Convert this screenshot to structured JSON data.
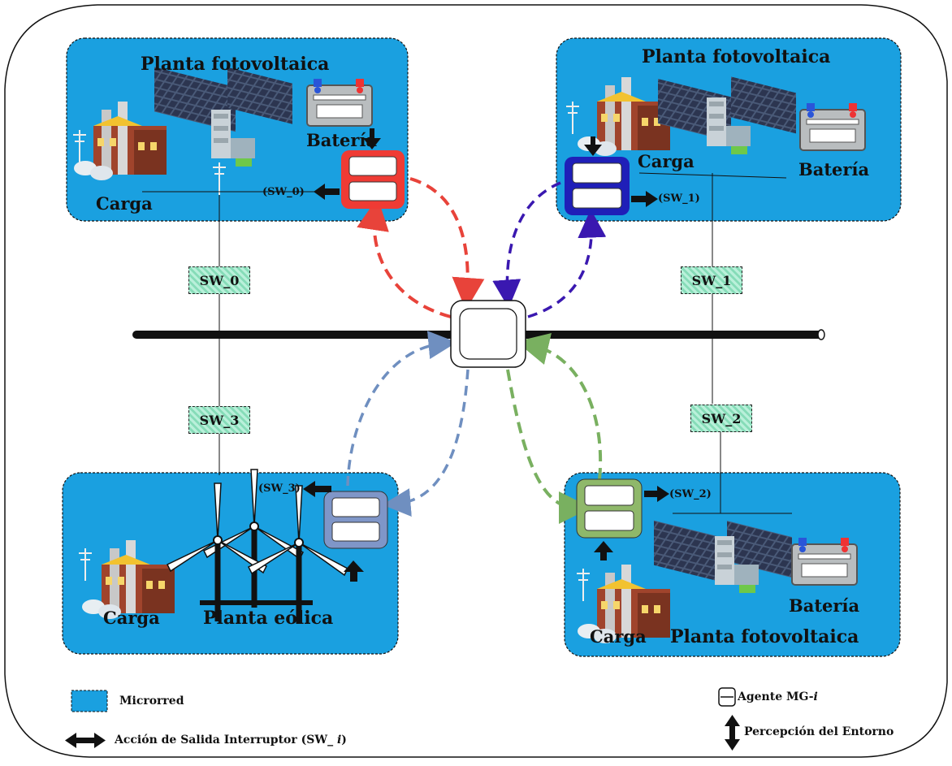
{
  "microgrids": [
    {
      "id": "mg0",
      "plant_label": "Planta fotovoltaica",
      "battery_label": "Batería",
      "load_label": "Carga",
      "switch_action_label": "(SW_0)",
      "agent_color": "#ef3b34"
    },
    {
      "id": "mg1",
      "plant_label": "Planta fotovoltaica",
      "battery_label": "Batería",
      "load_label": "Carga",
      "switch_action_label": "(SW_1)",
      "agent_color": "#1f1fb8"
    },
    {
      "id": "mg2",
      "plant_label": "Planta fotovoltaica",
      "battery_label": "Batería",
      "load_label": "Carga",
      "switch_action_label": "(SW_2)",
      "agent_color": "#8fb86a"
    },
    {
      "id": "mg3",
      "plant_label": "Planta eólica",
      "load_label": "Carga",
      "switch_action_label": "(SW_3)",
      "agent_color": "#7f96c8"
    }
  ],
  "switches": [
    "SW_0",
    "SW_1",
    "SW_2",
    "SW_3"
  ],
  "legend": {
    "microgrid": "Microrred",
    "agent": "Agente MG-",
    "agent_index": "i",
    "perception": "Percepción del Entorno",
    "switch_action": "Acción de Salida Interruptor (SW_ ",
    "switch_action_index": "i",
    "switch_action_close": ")"
  },
  "colors": {
    "microgrid_fill": "#1aa0e0",
    "bus_line": "#111111",
    "switch_fill": "#a8ead0",
    "mg0_link": "#e8433a",
    "mg1_link": "#3a18b0",
    "mg2_link": "#79b060",
    "mg3_link": "#6f8fc0"
  },
  "icons": [
    "factory-icon",
    "solar-panel-icon",
    "transformer-icon",
    "battery-icon",
    "wind-turbine-icon",
    "agent-icon",
    "arrow-icon"
  ]
}
